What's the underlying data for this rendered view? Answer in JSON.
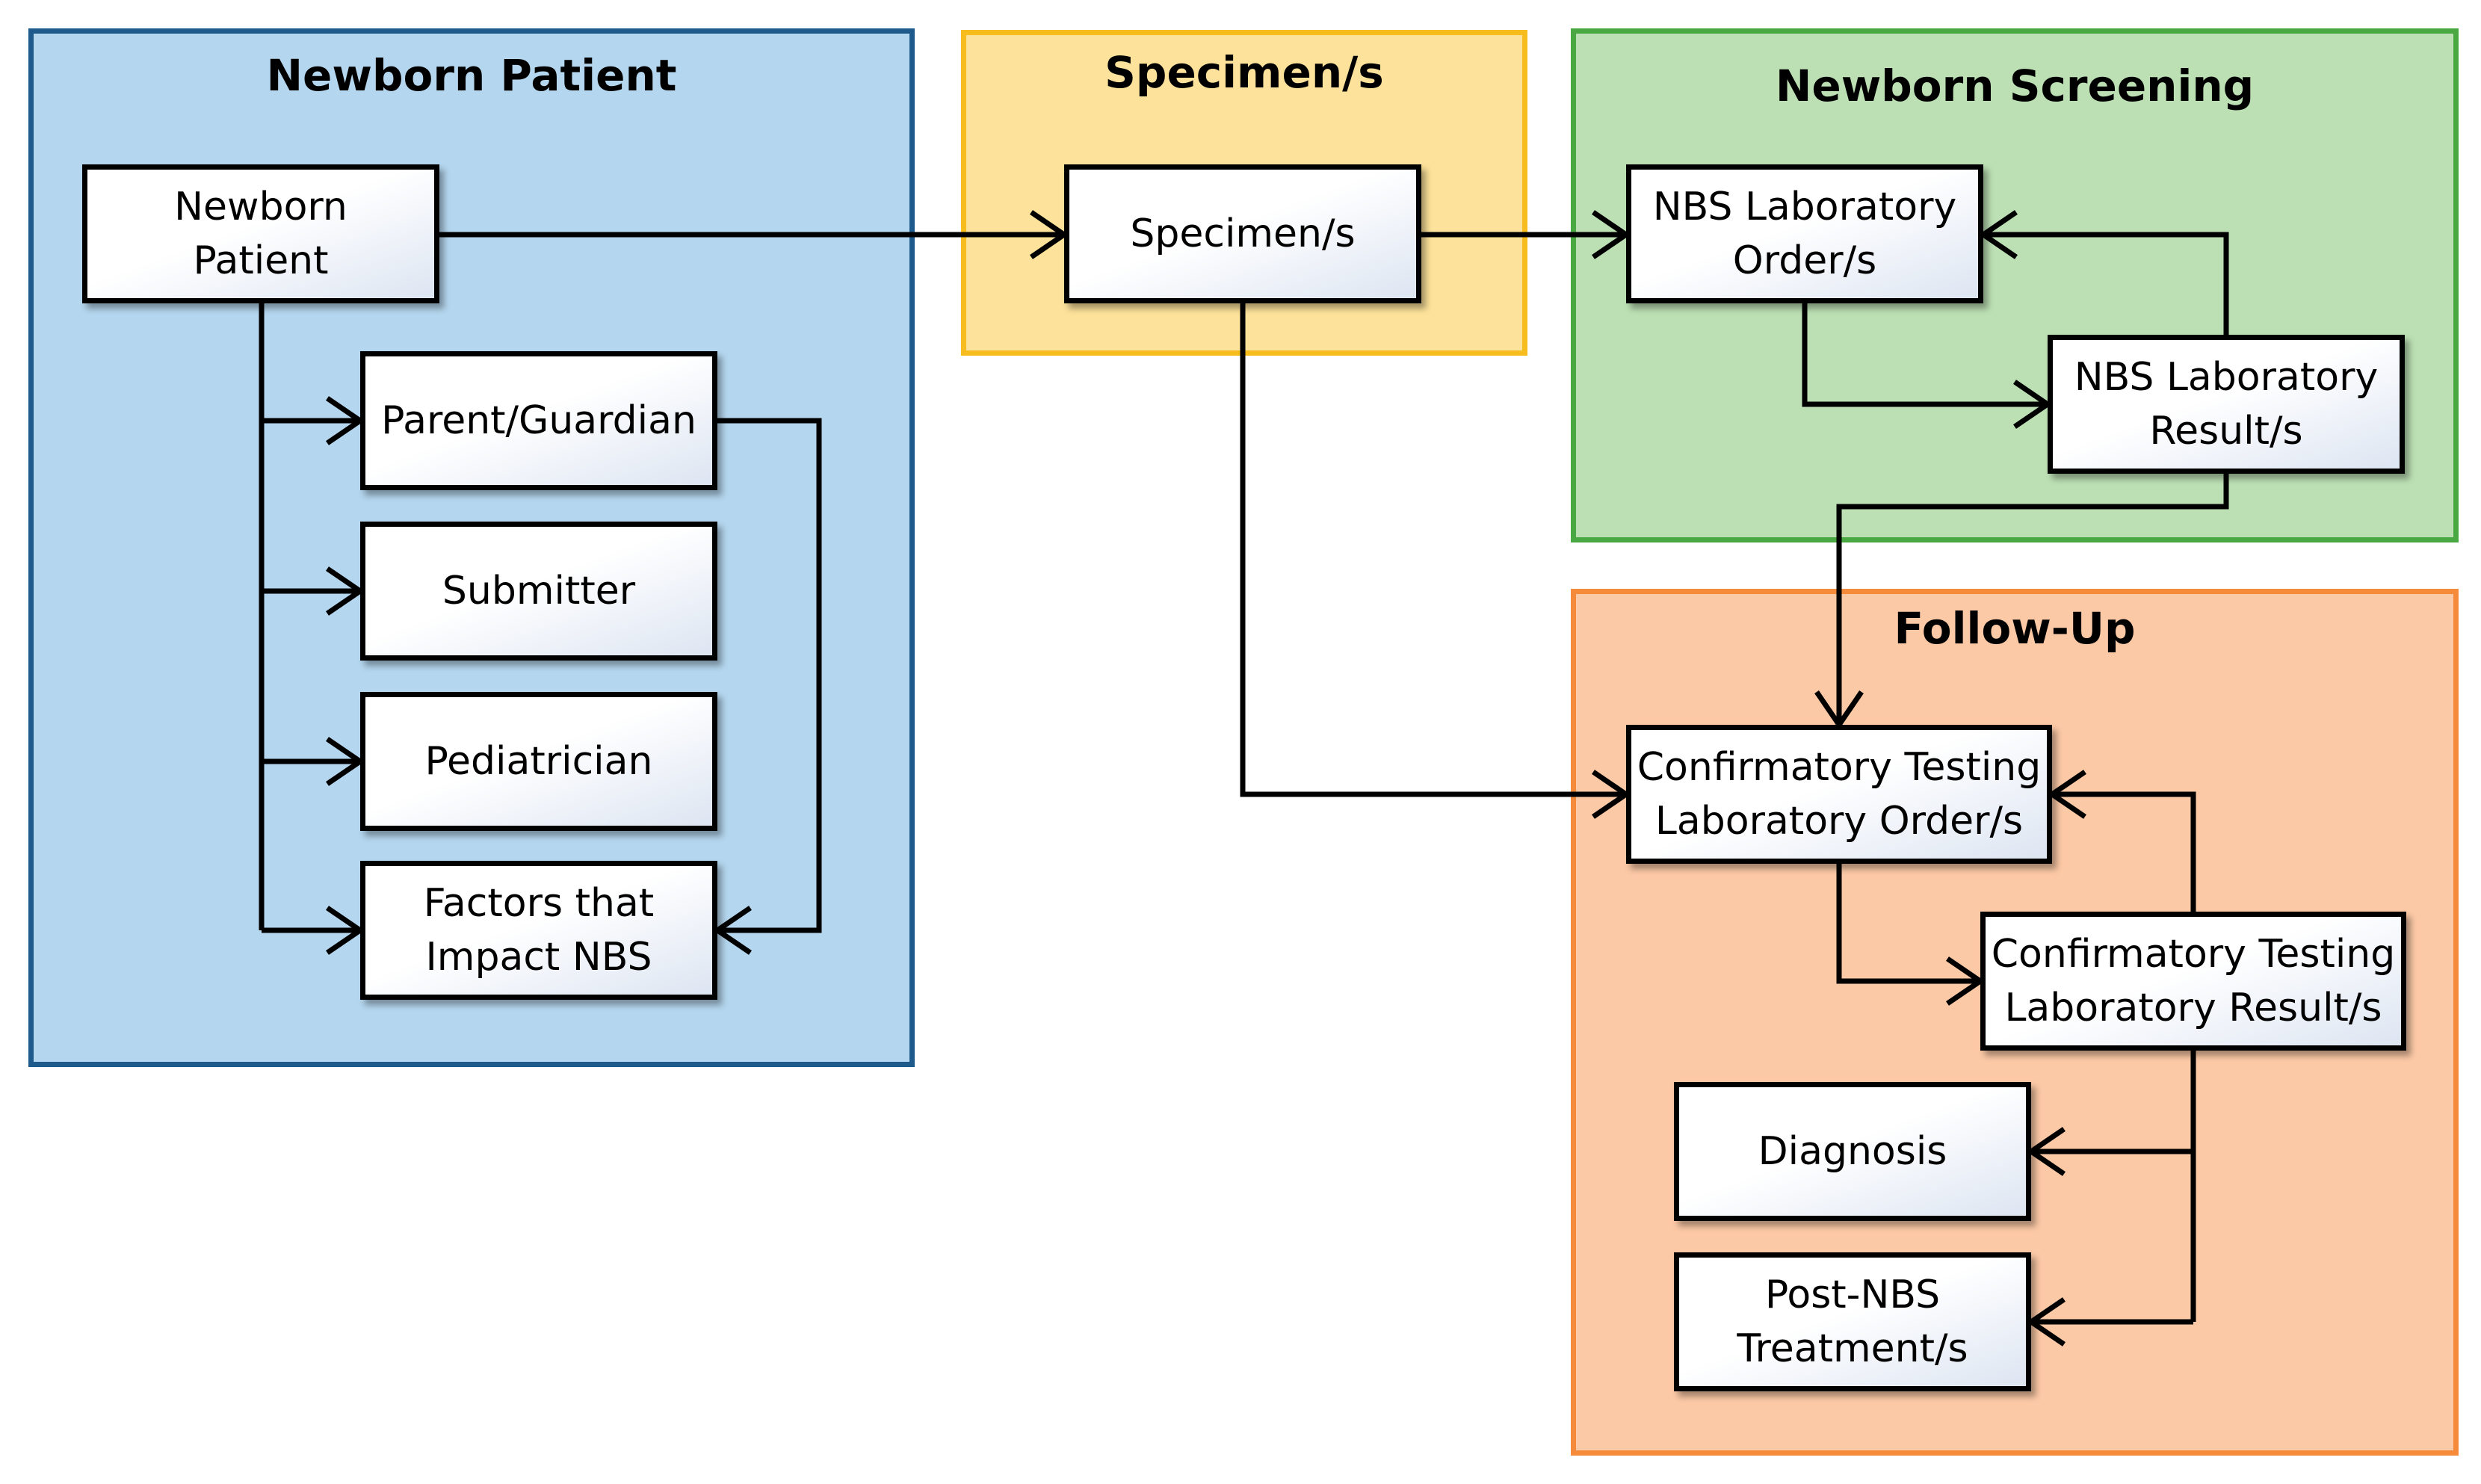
{
  "colors": {
    "patient_fill": "#b4d6ee",
    "patient_border": "#1f5a8c",
    "specimen_fill": "#fce29a",
    "specimen_border": "#f7bd1e",
    "screening_fill": "#bce0b4",
    "screening_border": "#4aa843",
    "followup_fill": "#fcc9a6",
    "followup_border": "#f58b3a",
    "line": "#000000"
  },
  "groups": {
    "patient": {
      "title": "Newborn Patient"
    },
    "specimen": {
      "title": "Specimen/s"
    },
    "screening": {
      "title": "Newborn Screening"
    },
    "followup": {
      "title": "Follow-Up"
    }
  },
  "nodes": {
    "newborn_patient": {
      "line1": "Newborn",
      "line2": "Patient"
    },
    "parent_guardian": {
      "line1": "Parent/Guardian"
    },
    "submitter": {
      "line1": "Submitter"
    },
    "pediatrician": {
      "line1": "Pediatrician"
    },
    "factors": {
      "line1": "Factors that",
      "line2": "Impact NBS"
    },
    "specimen": {
      "line1": "Specimen/s"
    },
    "nbs_order": {
      "line1": "NBS Laboratory",
      "line2": "Order/s"
    },
    "nbs_result": {
      "line1": "NBS Laboratory",
      "line2": "Result/s"
    },
    "ct_order": {
      "line1": "Confirmatory Testing",
      "line2": "Laboratory Order/s"
    },
    "ct_result": {
      "line1": "Confirmatory Testing",
      "line2": "Laboratory Result/s"
    },
    "diagnosis": {
      "line1": "Diagnosis"
    },
    "treatment": {
      "line1": "Post-NBS",
      "line2": "Treatment/s"
    }
  }
}
